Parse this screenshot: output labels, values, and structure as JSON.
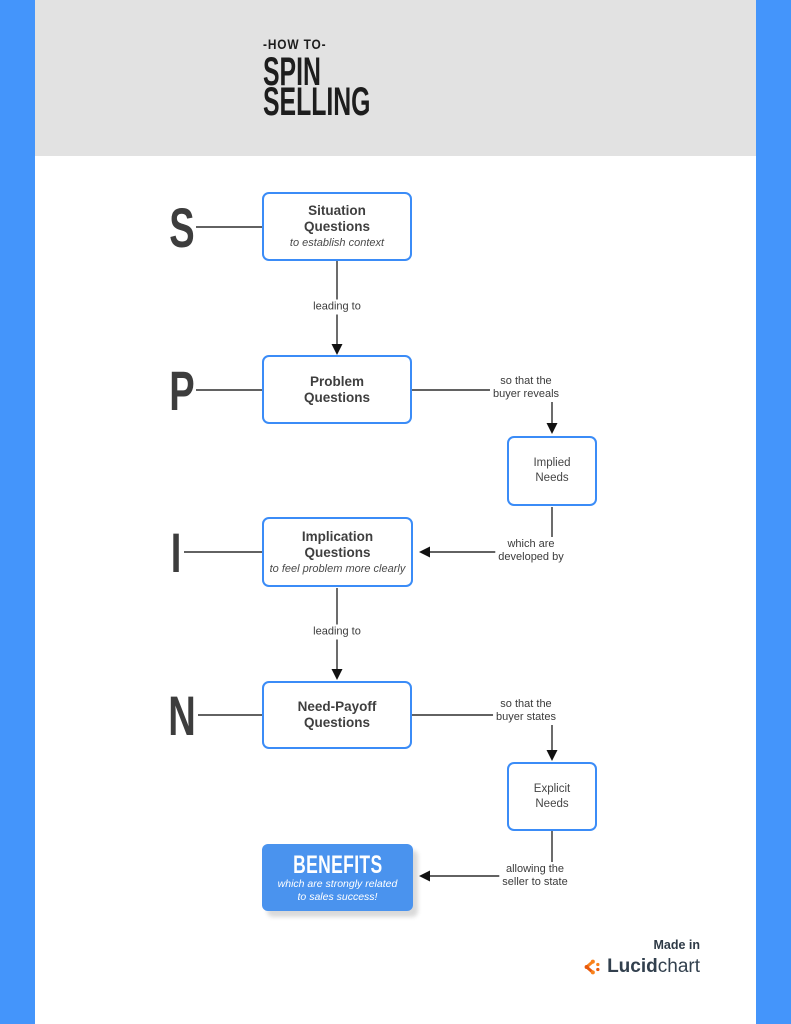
{
  "colors": {
    "frame_blue": "#4495fb",
    "header_gray": "#e2e2e2",
    "box_border_blue": "#3b8cf7",
    "benefits_fill": "#4a93ee",
    "logo_orange": "#f9821c",
    "logo_orange_dark": "#e8590c"
  },
  "header": {
    "kicker": "-HOW TO-",
    "title_line1": "SPIN",
    "title_line2": "SELLING"
  },
  "letters": [
    {
      "char": "S"
    },
    {
      "char": "P"
    },
    {
      "char": "I"
    },
    {
      "char": "N"
    }
  ],
  "boxes": {
    "situation": {
      "line1": "Situation",
      "line2": "Questions",
      "subtitle": "to establish context"
    },
    "problem": {
      "line1": "Problem",
      "line2": "Questions"
    },
    "implied_needs": {
      "line1": "Implied",
      "line2": "Needs"
    },
    "implication": {
      "line1": "Implication",
      "line2": "Questions",
      "subtitle": "to feel problem more clearly"
    },
    "need_payoff": {
      "line1": "Need-Payoff",
      "line2": "Questions"
    },
    "explicit_needs": {
      "line1": "Explicit",
      "line2": "Needs"
    },
    "benefits": {
      "title": "BENEFITS",
      "subtitle_line1": "which are strongly related",
      "subtitle_line2": "to sales success!"
    }
  },
  "edge_labels": {
    "leading_to_1": "leading to",
    "reveals_line1": "so that the",
    "reveals_line2": "buyer reveals",
    "developed_line1": "which are",
    "developed_line2": "developed by",
    "leading_to_2": "leading to",
    "states_line1": "so that the",
    "states_line2": "buyer states",
    "allowing_line1": "allowing the",
    "allowing_line2": "seller to state"
  },
  "footer": {
    "made_in": "Made in",
    "brand_bold": "Lucid",
    "brand_regular": "chart"
  }
}
